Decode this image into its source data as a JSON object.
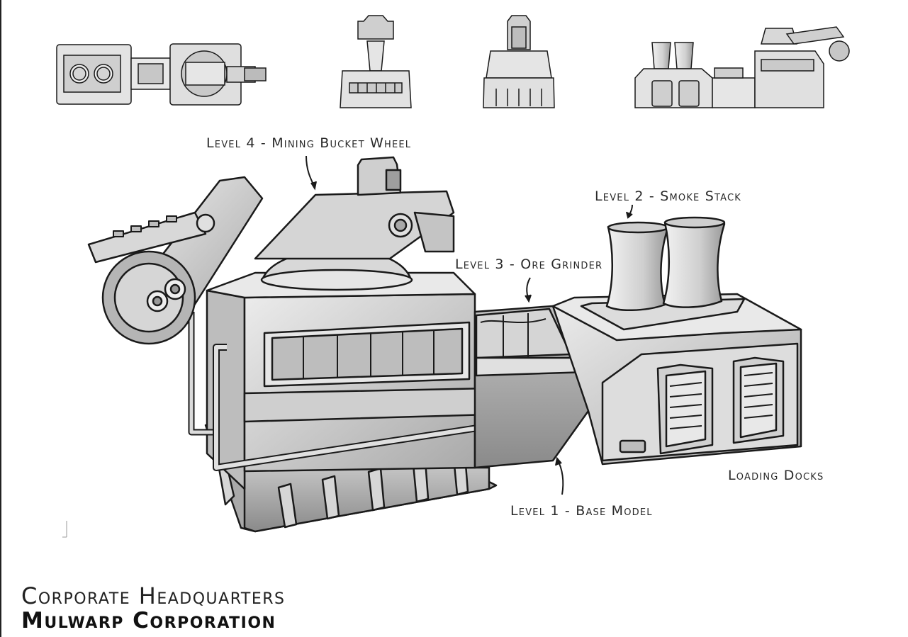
{
  "labels": {
    "level4": "Level 4 - Mining Bucket Wheel",
    "level2": "Level 2 - Smoke Stack",
    "level3": "Level 3 - Ore Grinder",
    "loading": "Loading Docks",
    "level1": "Level 1 - Base Model"
  },
  "footer": {
    "title": "Corporate Headquarters",
    "subtitle": "Mulwarp Corporation"
  },
  "colors": {
    "line": "#1a1a1a",
    "light": "#e6e6e6",
    "mid": "#bdbdbd",
    "dark": "#8c8c8c"
  }
}
